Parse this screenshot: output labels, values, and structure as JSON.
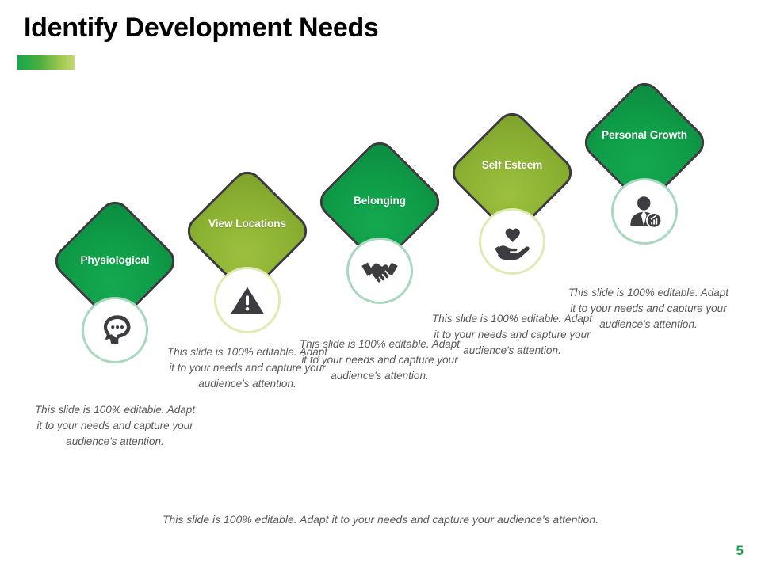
{
  "header": {
    "title": "Identify Development Needs",
    "accent_bar_colors": [
      "#17a84c",
      "#c2da72"
    ]
  },
  "theme": {
    "green": "#0f9c48",
    "olive": "#8cb233",
    "outline": "#3a3a3f",
    "text_gray": "#58585b",
    "page_number_green": "#18a44c"
  },
  "steps": [
    {
      "label": "Physiological",
      "icon": "head-thought-bubble-icon",
      "color": "green",
      "description": "This slide is 100% editable. Adapt it to your needs and capture your audience's attention."
    },
    {
      "label": "View Locations",
      "icon": "warning-triangle-icon",
      "color": "olive",
      "description": "This slide is 100% editable. Adapt it to your needs and capture your audience's attention."
    },
    {
      "label": "Belonging",
      "icon": "handshake-icon",
      "color": "green",
      "description": "This slide is 100% editable. Adapt it to your needs and capture your audience's attention."
    },
    {
      "label": "Self Esteem",
      "icon": "hand-holding-heart-icon",
      "color": "olive",
      "description": "This slide is 100% editable. Adapt it to your needs and capture your audience's attention."
    },
    {
      "label": "Personal Growth",
      "icon": "person-chart-badge-icon",
      "color": "green",
      "description": "This slide is 100% editable. Adapt it to your needs and capture your audience's attention."
    }
  ],
  "footer": {
    "note": "This slide is 100% editable. Adapt it to your needs and capture your audience's attention.",
    "page_number": "5"
  }
}
